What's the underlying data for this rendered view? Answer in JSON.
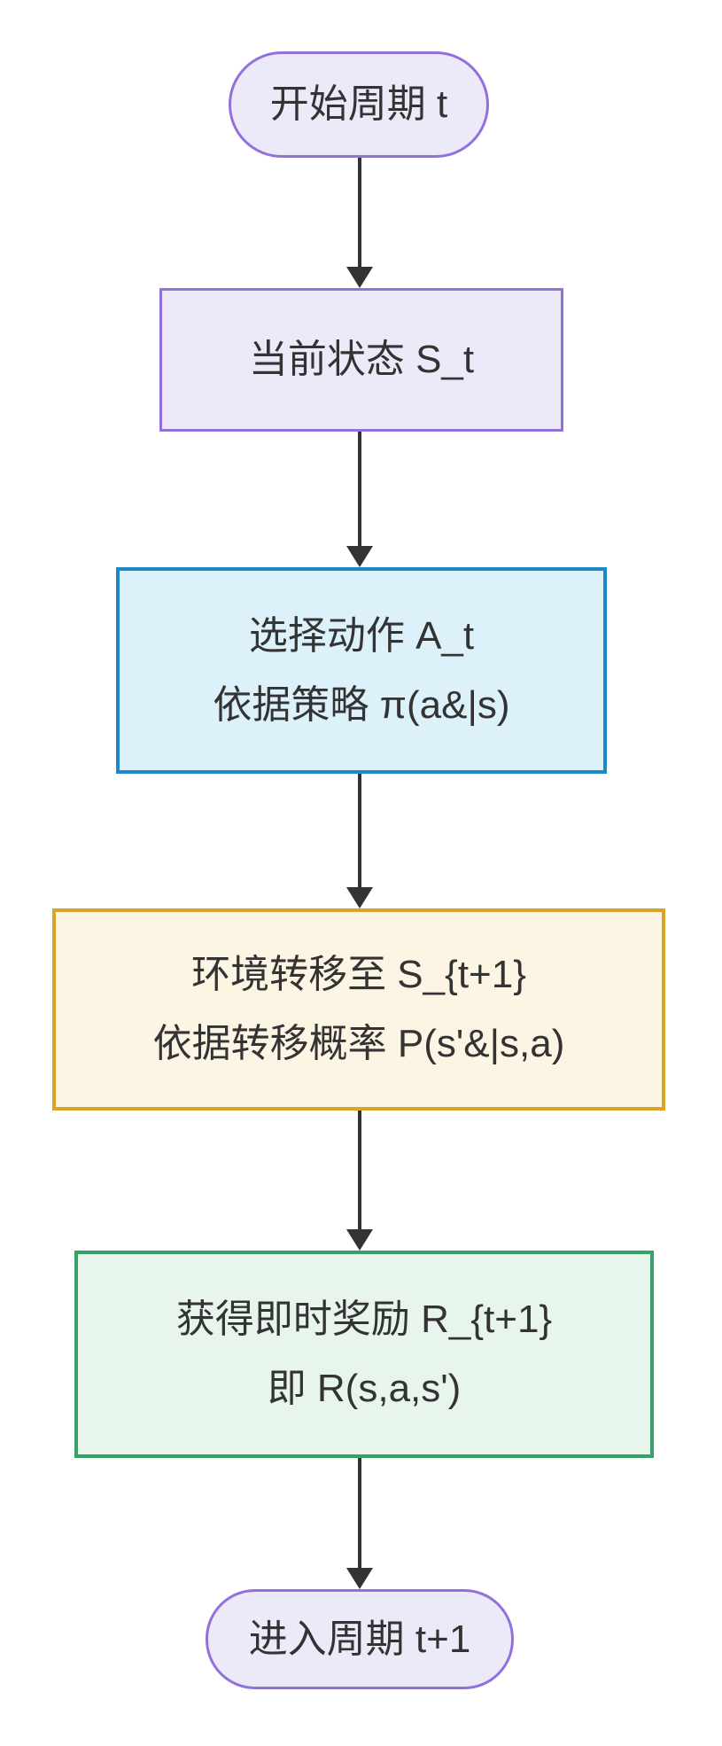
{
  "diagram": {
    "type": "flowchart",
    "direction": "top-down",
    "background_color": "#ffffff",
    "text_color": "#333333",
    "arrow_color": "#333333",
    "palette": {
      "purple_fill": "#eceaf8",
      "purple_stroke": "#9370db",
      "blue_fill": "#ddf1fb",
      "blue_stroke": "#1e87c8",
      "yellow_fill": "#fdf5e4",
      "yellow_stroke": "#daa425",
      "green_fill": "#e8f5ec",
      "green_stroke": "#36a269"
    },
    "nodes": [
      {
        "id": "start",
        "shape": "stadium",
        "color": "purple",
        "lines": [
          "开始周期 t"
        ]
      },
      {
        "id": "state",
        "shape": "rect",
        "color": "purple",
        "lines": [
          "当前状态 S_t"
        ]
      },
      {
        "id": "action",
        "shape": "rect",
        "color": "blue",
        "lines": [
          "选择动作 A_t",
          "依据策略 π(a&|s)"
        ]
      },
      {
        "id": "transition",
        "shape": "rect",
        "color": "yellow",
        "lines": [
          "环境转移至 S_{t+1}",
          "依据转移概率 P(s'&|s,a)"
        ]
      },
      {
        "id": "reward",
        "shape": "rect",
        "color": "green",
        "lines": [
          "获得即时奖励 R_{t+1}",
          "即 R(s,a,s')"
        ]
      },
      {
        "id": "next",
        "shape": "stadium",
        "color": "purple",
        "lines": [
          "进入周期 t+1"
        ]
      }
    ],
    "edges": [
      {
        "from": "start",
        "to": "state"
      },
      {
        "from": "state",
        "to": "action"
      },
      {
        "from": "action",
        "to": "transition"
      },
      {
        "from": "transition",
        "to": "reward"
      },
      {
        "from": "reward",
        "to": "next"
      }
    ]
  }
}
